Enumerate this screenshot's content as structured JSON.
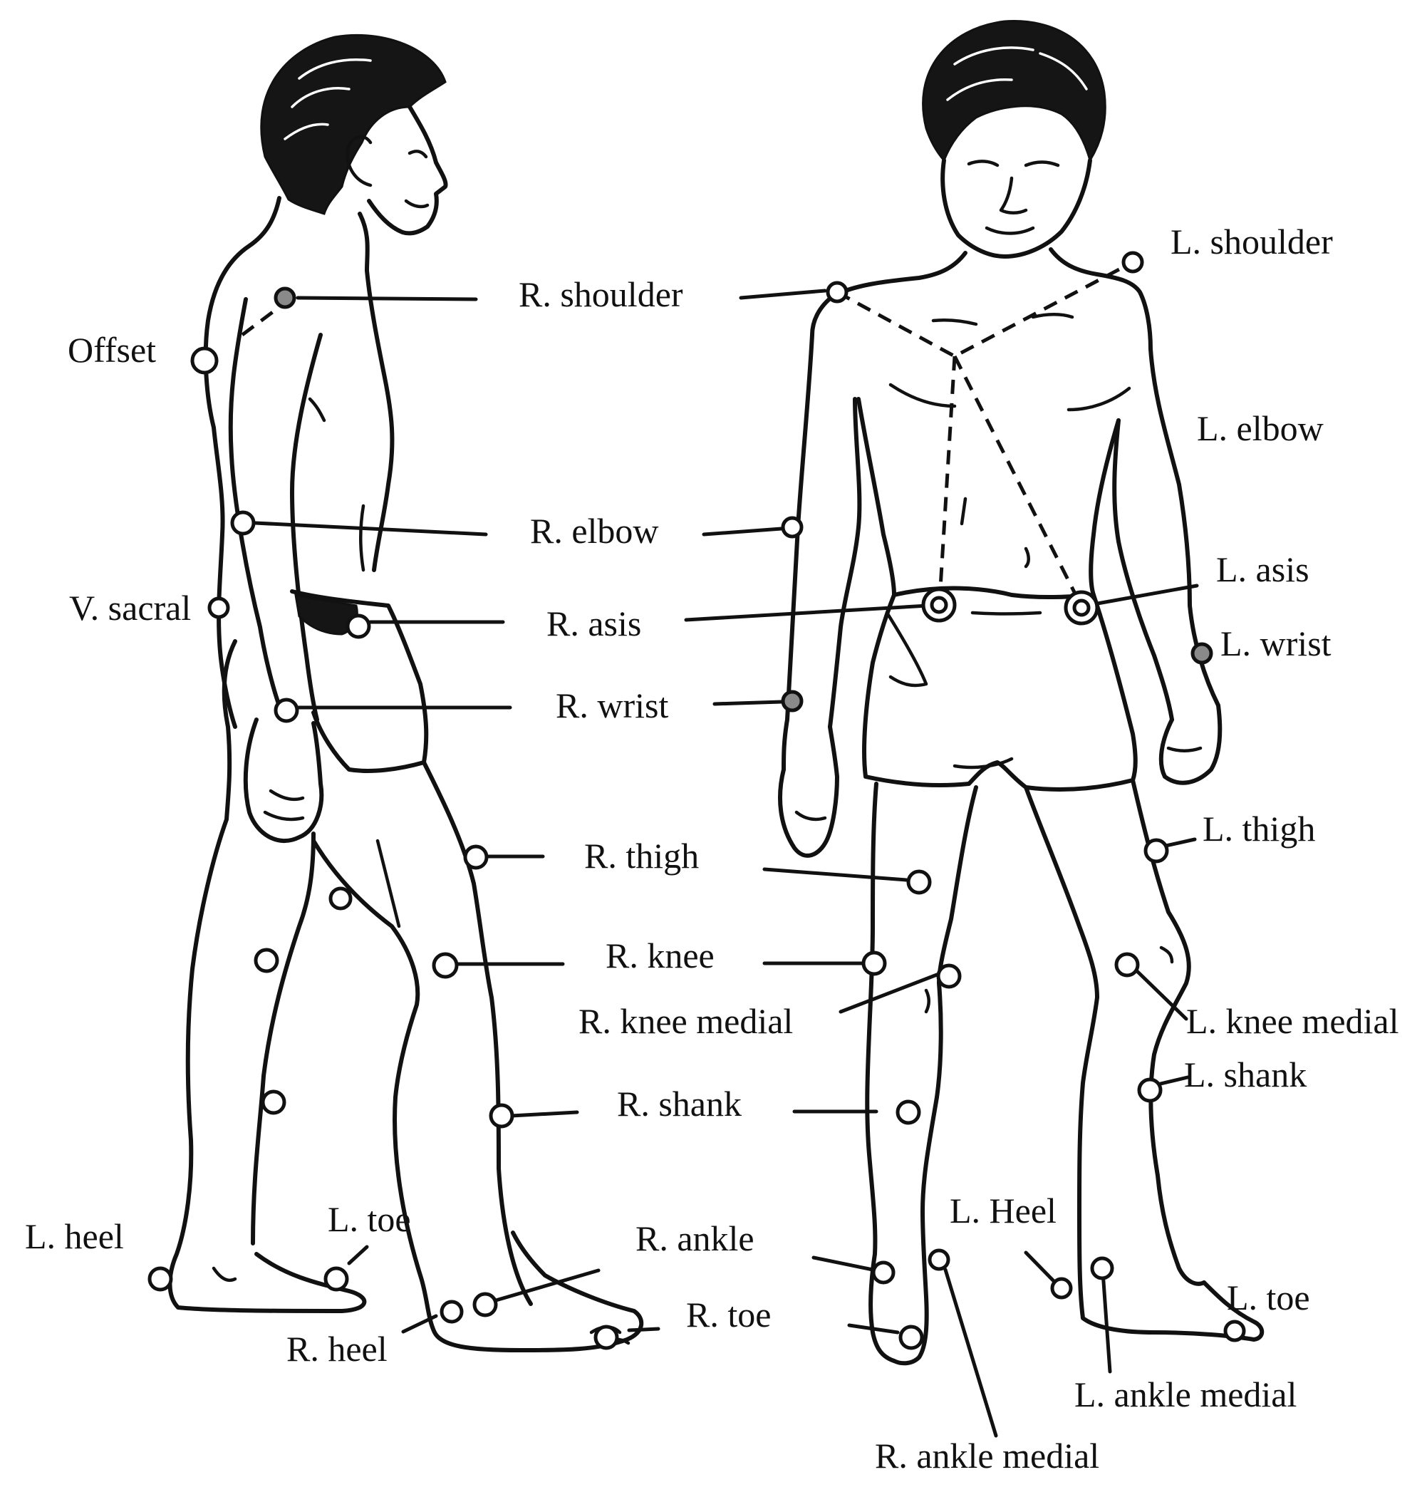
{
  "colors": {
    "ink": "#111111",
    "marker_fill": "#ffffff",
    "marker_filled": "#8a8a8a",
    "background": "#ffffff"
  },
  "side_view": {
    "labels": {
      "r_shoulder": "R. shoulder",
      "offset": "Offset",
      "r_elbow": "R. elbow",
      "v_sacral": "V. sacral",
      "r_asis": "R. asis",
      "r_wrist": "R. wrist",
      "r_thigh": "R. thigh",
      "r_knee": "R. knee",
      "r_shank": "R. shank",
      "l_heel": "L. heel",
      "l_toe": "L. toe",
      "r_heel": "R. heel",
      "r_ankle": "R. ankle",
      "r_toe": "R. toe"
    }
  },
  "front_view": {
    "labels": {
      "l_shoulder": "L. shoulder",
      "l_elbow": "L. elbow",
      "l_asis": "L. asis",
      "l_wrist": "L. wrist",
      "l_thigh": "L. thigh",
      "r_knee_medial": "R. knee medial",
      "l_knee_medial": "L. knee medial",
      "l_shank": "L. shank",
      "l_heel": "L. Heel",
      "l_toe": "L. toe",
      "l_ankle_medial": "L. ankle medial",
      "r_ankle_medial": "R. ankle medial"
    }
  }
}
